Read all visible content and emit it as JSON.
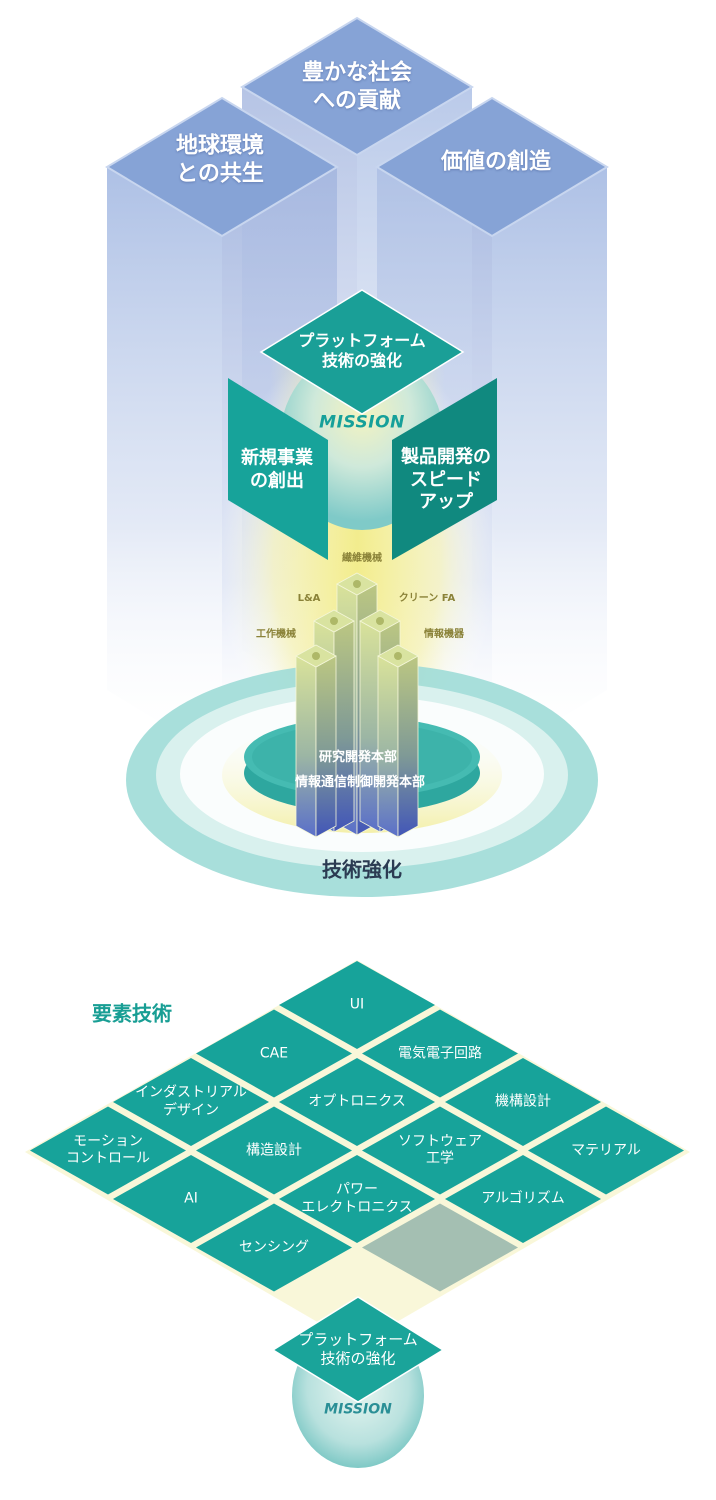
{
  "top_diagram": {
    "pillars": [
      {
        "id": "left",
        "lines": [
          "地球環境",
          "との共生"
        ]
      },
      {
        "id": "center",
        "lines": [
          "豊かな社会",
          "への貢献"
        ]
      },
      {
        "id": "right",
        "lines": [
          "価値の創造"
        ]
      }
    ],
    "mission": {
      "top": [
        "プラットフォーム",
        "技術の強化"
      ],
      "word": "MISSION",
      "left": [
        "新規事業",
        "の創出"
      ],
      "right": [
        "製品開発の",
        "スピード",
        "アップ"
      ]
    },
    "bars": {
      "labels": [
        "繊維機械",
        "L&A",
        "クリーン FA",
        "工作機械",
        "情報機器"
      ]
    },
    "base": {
      "line1": "研究開発本部",
      "line2": "情報通信制御開発本部"
    },
    "ring_label": "技術強化"
  },
  "bottom_diagram": {
    "title": "要素技術",
    "tiles": [
      {
        "row": 0,
        "col": 0,
        "lines": [
          "UI"
        ]
      },
      {
        "row": 1,
        "col": 0,
        "lines": [
          "CAE"
        ]
      },
      {
        "row": 0,
        "col": 1,
        "lines": [
          "電気電子回路"
        ]
      },
      {
        "row": 2,
        "col": 0,
        "lines": [
          "インダストリアル",
          "デザイン"
        ]
      },
      {
        "row": 1,
        "col": 1,
        "lines": [
          "オプトロニクス"
        ]
      },
      {
        "row": 0,
        "col": 2,
        "lines": [
          "機構設計"
        ]
      },
      {
        "row": 3,
        "col": 0,
        "lines": [
          "モーション",
          "コントロール"
        ]
      },
      {
        "row": 2,
        "col": 1,
        "lines": [
          "構造設計"
        ]
      },
      {
        "row": 1,
        "col": 2,
        "lines": [
          "ソフトウェア",
          "工学"
        ]
      },
      {
        "row": 0,
        "col": 3,
        "lines": [
          "マテリアル"
        ]
      },
      {
        "row": 3,
        "col": 1,
        "lines": [
          "AI"
        ]
      },
      {
        "row": 2,
        "col": 2,
        "lines": [
          "パワー",
          "エレクトロニクス"
        ]
      },
      {
        "row": 1,
        "col": 3,
        "lines": [
          "アルゴリズム"
        ]
      },
      {
        "row": 3,
        "col": 2,
        "lines": [
          "センシング"
        ]
      },
      {
        "row": 2,
        "col": 3,
        "lines": []
      }
    ],
    "mission_top": [
      "プラットフォーム",
      "技術の強化"
    ],
    "mission_word": "MISSION"
  },
  "colors": {
    "pillar_top": "#8aa6d8",
    "pillar_side_light": "#c7d4ee",
    "teal": "#17a39a",
    "teal_dark": "#10877f",
    "glow_yellow": "#f3f0a8",
    "ring": "#8fd3cf",
    "tile_gray": "#8fb0a8"
  }
}
